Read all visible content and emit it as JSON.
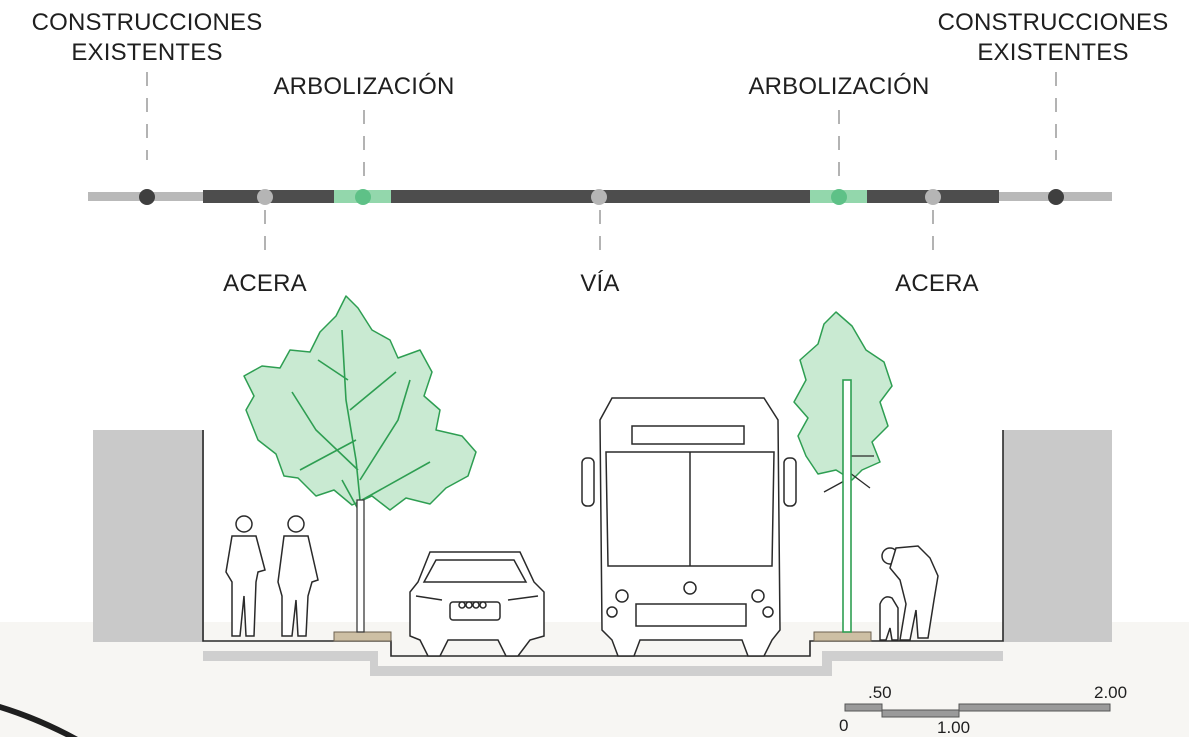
{
  "labels": {
    "buildings_left": "CONSTRUCCIONES\nEXISTENTES",
    "buildings_right": "CONSTRUCCIONES\nEXISTENTES",
    "trees_left": "ARBOLIZACIÓN",
    "trees_right": "ARBOLIZACIÓN",
    "sidewalk_left": "ACERA",
    "road": "VÍA",
    "sidewalk_right": "ACERA"
  },
  "scale_bar": {
    "tick_0": "0",
    "tick_050": ".50",
    "tick_100": "1.00",
    "tick_200": "2.00"
  },
  "colors": {
    "line_light_gray": "#b9b9b9",
    "line_dark_gray": "#4d4d4d",
    "green_zone": "#93d7ac",
    "green_dot": "#5ec187",
    "dot_dark": "#3f3f3f",
    "dot_light": "#b5b5b5",
    "building_fill": "#c9c9c9",
    "ground_gray": "#cfcfcf",
    "tree_fill": "#c9ead2",
    "tree_stroke": "#2e9e52",
    "planter_fill": "#cdbfa4"
  }
}
